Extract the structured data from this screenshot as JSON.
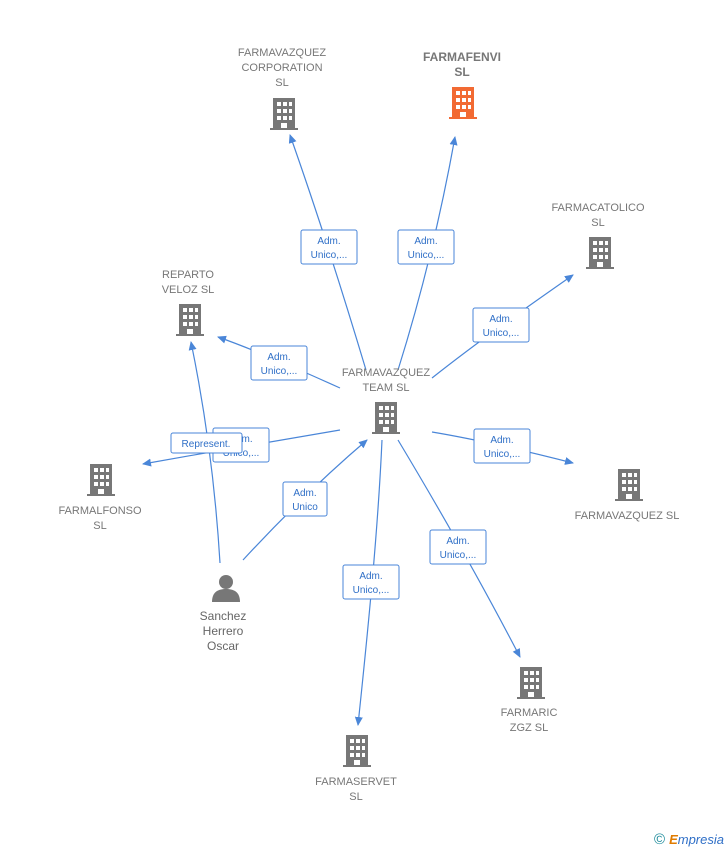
{
  "colors": {
    "edge": "#4a86d8",
    "building": "#777777",
    "building_highlight": "#f26a33",
    "person": "#777777"
  },
  "nodes": {
    "center": {
      "lines": [
        "FARMAVAZQUEZ",
        "TEAM  SL"
      ],
      "icon": "building-icon"
    },
    "corporation": {
      "lines": [
        "FARMAVAZQUEZ",
        "CORPORATION",
        "SL"
      ],
      "icon": "building-icon"
    },
    "farmafenvi": {
      "lines": [
        "FARMAFENVI",
        "SL"
      ],
      "icon": "building-icon",
      "highlight": true
    },
    "farmacatolico": {
      "lines": [
        "FARMACATOLICO",
        "SL"
      ],
      "icon": "building-icon"
    },
    "reparto": {
      "lines": [
        "REPARTO",
        "VELOZ  SL"
      ],
      "icon": "building-icon"
    },
    "farmalfonso": {
      "lines": [
        "FARMALFONSO",
        "SL"
      ],
      "icon": "building-icon"
    },
    "farmavazquez": {
      "lines": [
        "FARMAVAZQUEZ SL"
      ],
      "icon": "building-icon"
    },
    "farmaric": {
      "lines": [
        "FARMARIC",
        "ZGZ  SL"
      ],
      "icon": "building-icon"
    },
    "farmaservet": {
      "lines": [
        "FARMASERVET",
        "SL"
      ],
      "icon": "building-icon"
    },
    "person": {
      "lines": [
        "Sanchez",
        "Herrero",
        "Oscar"
      ],
      "icon": "person-icon"
    }
  },
  "edges": {
    "corporation": [
      "Adm.",
      "Unico,..."
    ],
    "farmafenvi": [
      "Adm.",
      "Unico,..."
    ],
    "farmacatolico": [
      "Adm.",
      "Unico,..."
    ],
    "reparto": [
      "Adm.",
      "Unico,..."
    ],
    "farmalfonso": [
      "Adm.",
      "Unico,..."
    ],
    "farmavazquez": [
      "Adm.",
      "Unico,..."
    ],
    "farmaric": [
      "Adm.",
      "Unico,..."
    ],
    "farmaservet": [
      "Adm.",
      "Unico,..."
    ],
    "person_center": [
      "Adm.",
      "Unico"
    ],
    "person_reparto": [
      "Represent."
    ]
  },
  "footer": {
    "copyright": "©",
    "brand_initial": "E",
    "brand_rest": "mpresia"
  }
}
